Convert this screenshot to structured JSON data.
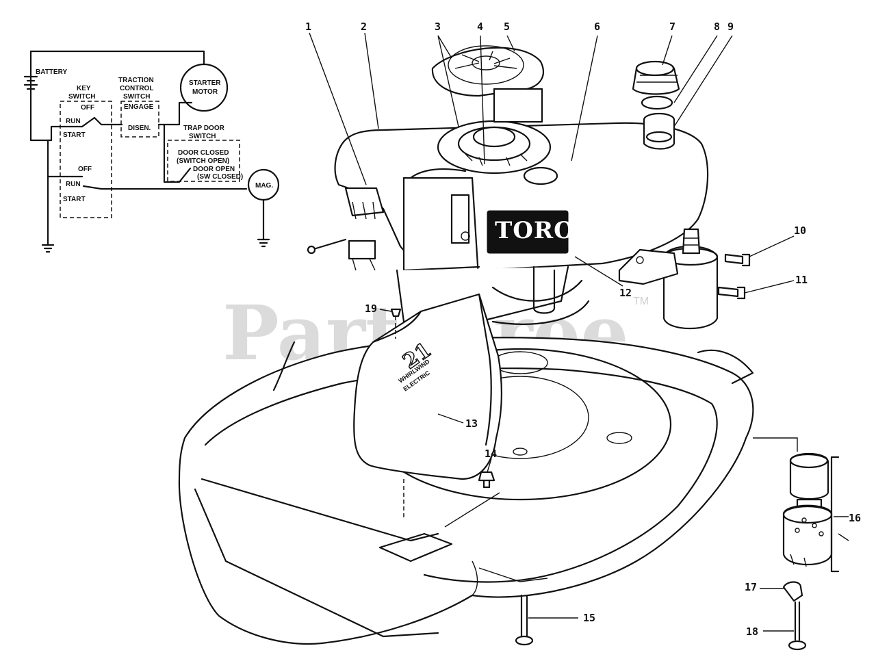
{
  "watermark": {
    "text": "PartsTree",
    "tm": "TM"
  },
  "brand_decal": "TORO",
  "housing_decal": {
    "number": "21",
    "line1": "WHIRLWIND",
    "line2": "ELECTRIC"
  },
  "wiring": {
    "battery": "BATTERY",
    "key_switch": [
      "KEY",
      "SWITCH"
    ],
    "traction": [
      "TRACTION",
      "CONTROL",
      "SWITCH"
    ],
    "starter": [
      "STARTER",
      "MOTOR"
    ],
    "trap_door": [
      "TRAP DOOR",
      "SWITCH"
    ],
    "door_closed": [
      "DOOR CLOSED",
      "(SWITCH OPEN)"
    ],
    "door_open": [
      "DOOR OPEN",
      "(SW CLOSED)"
    ],
    "engage": "ENGAGE",
    "disen": "DISEN.",
    "off_1": "OFF",
    "run_1": "RUN",
    "start_1": "START",
    "off_2": "OFF",
    "run_2": "RUN",
    "start_2": "START",
    "mag": "MAG."
  },
  "callouts": [
    "1",
    "2",
    "3",
    "4",
    "5",
    "6",
    "7",
    "8",
    "9",
    "10",
    "11",
    "12",
    "13",
    "14",
    "15",
    "16",
    "17",
    "18",
    "19"
  ]
}
